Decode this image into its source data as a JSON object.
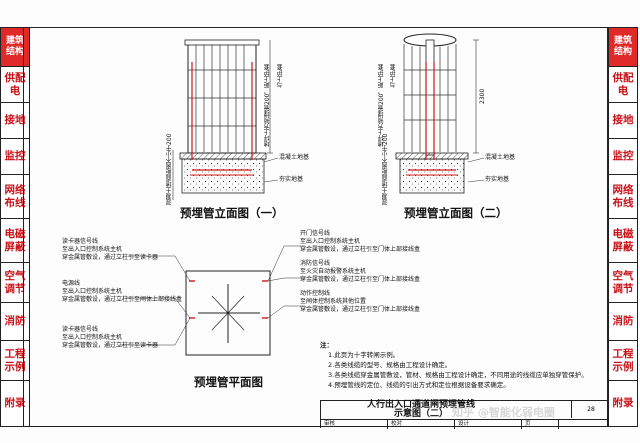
{
  "left_tabs": [
    {
      "label": "建筑结构",
      "active": true
    },
    {
      "label": "供配电"
    },
    {
      "label": "接地"
    },
    {
      "label": "监控"
    },
    {
      "label": "网络布线"
    },
    {
      "label": "电磁屏蔽"
    },
    {
      "label": "空气调节"
    },
    {
      "label": "消防"
    },
    {
      "label": "工程示例"
    },
    {
      "label": "附录"
    }
  ],
  "right_tabs": [
    {
      "label": "建筑结构",
      "active": true
    },
    {
      "label": "供配电"
    },
    {
      "label": "接地"
    },
    {
      "label": "监控"
    },
    {
      "label": "网络布线"
    },
    {
      "label": "电磁屏蔽"
    },
    {
      "label": "空气调节"
    },
    {
      "label": "消防"
    },
    {
      "label": "工程示例"
    },
    {
      "label": "附录"
    }
  ],
  "elevation1": {
    "caption": "预埋管立面图（一）",
    "label_top": "与上护套",
    "label_floor": "混凝土地基",
    "label_ground": "夯实地基",
    "label_pipe_v": "地坪上方预埋管200，距上护套",
    "label_depth_v": "混凝土地面距离不小于200"
  },
  "elevation2": {
    "caption": "预埋管立面图（二）",
    "label_top": "与上护套",
    "label_floor": "混凝土地基",
    "label_ground": "夯实地基",
    "label_pipe_v": "地坪上方预埋管200，距上护套",
    "label_depth_v": "混凝土地面距离不小于200",
    "dimension": "2300"
  },
  "plan": {
    "caption": "预埋管平面图",
    "left_notes": [
      {
        "title": "读卡器信号线",
        "lines": [
          "至出入口控制系统主机",
          "穿金属管敷设，通过立柱引至读卡器"
        ]
      },
      {
        "title": "电源线",
        "lines": [
          "至出入口控制系统主机",
          "穿金属管敷设，通过立柱引至闸体上部接线盒"
        ]
      },
      {
        "title": "读卡器信号线",
        "lines": [
          "至出入口控制系统主机",
          "穿金属管敷设，通过立柱引至读卡器"
        ]
      }
    ],
    "right_notes": [
      {
        "title": "开门信号线",
        "lines": [
          "至出入口控制系统主机",
          "穿金属管敷设，通过立柱引至门体上部接线盒"
        ]
      },
      {
        "title": "消防信号线",
        "lines": [
          "至火灾自动报警系统主机",
          "穿金属管敷设，通过立柱引至门体上部接线盒"
        ]
      },
      {
        "title": "动作控制线",
        "lines": [
          "至闸体控制系统其他位置",
          "穿金属管敷设，通过立柱引至门体上部接线盒"
        ]
      }
    ]
  },
  "notes": {
    "title": "注：",
    "items": [
      "1.此页为十字转闸示例。",
      "2.各类线缆的型号、规格由工程设计确定。",
      "3.各类线缆穿金属管敷设，管材、规格由工程设计确定，不同用途的线缆应单独穿管保护。",
      "4.预埋管线的定位、线缆的引出方式和定位根据设备要求确定。"
    ]
  },
  "title_block": {
    "title_line1": "人行出入口通道闸预埋管线",
    "title_line2": "示意图（二）",
    "page_label": "页",
    "page_number": "28",
    "row": [
      "审核",
      "校对",
      "设计",
      "页"
    ]
  },
  "watermark": "知乎 @智能化弱电圈"
}
